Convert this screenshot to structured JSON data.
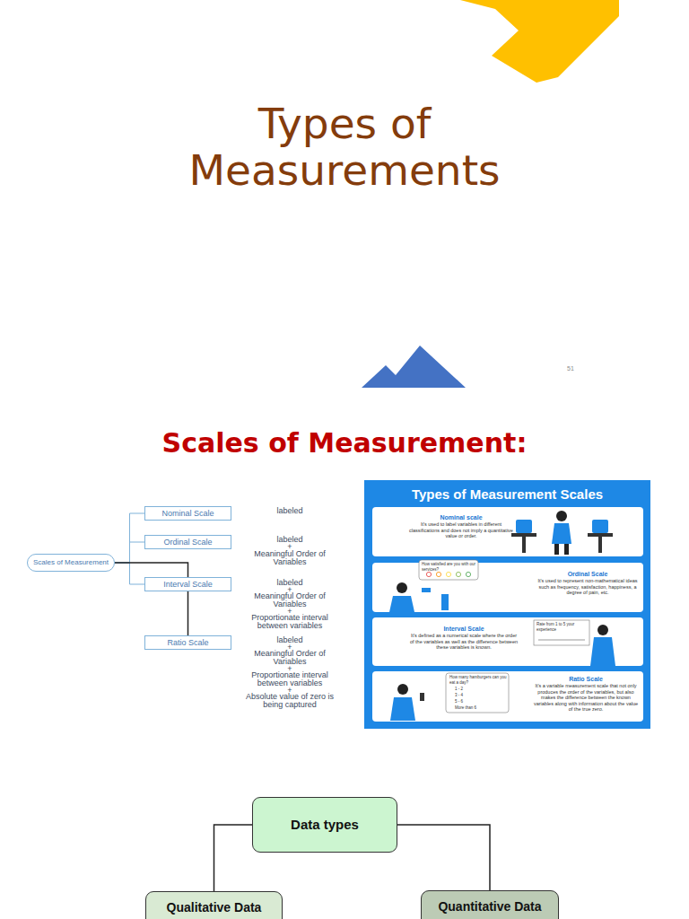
{
  "diagram": {
    "title": "Types of Measurements",
    "nodes": [
      {
        "text": [
          "Scales of Measurement"
        ]
      },
      {
        "text": [
          "Nominal Scale"
        ]
      },
      {
        "text": [
          "Ordinal Scale"
        ]
      },
      {
        "text": [
          "Interval Scale"
        ]
      },
      {
        "text": [
          "Ratio Scale"
        ]
      },
      {
        "text": [
          "Types of Measurement Scales"
        ]
      },
      {
        "text": [
          "Nominal scale",
          "It's used to label variables in different classifications and does not imply a quantitative value or order."
        ],
        "in": 5
      },
      {
        "text": [
          "Ordinal Scale",
          "It's used to represent non-mathematical ideas such as frequency, satisfaction, happiness, a degree of pain, etc."
        ],
        "in": 5
      },
      {
        "text": [
          "Interval Scale",
          "It's defined as a numerical scale where the order of the variables as well as the difference between these variables is known."
        ],
        "in": 5
      },
      {
        "text": [
          "Ratio Scale",
          "It's a variable measurement scale that not only produces the order of the variables, but also makes the difference between the known variables along with information about the value of the true zero."
        ],
        "in": 5
      },
      {
        "text": [
          "Data types"
        ]
      },
      {
        "text": [
          "Qualitative Data"
        ]
      },
      {
        "text": [
          "Quantitative Data"
        ]
      }
    ],
    "edges": [
      {
        "from": 0,
        "to": 1,
        "arrow": "none"
      },
      {
        "from": 0,
        "to": 2,
        "arrow": "none"
      },
      {
        "from": 0,
        "to": 3,
        "arrow": "none"
      },
      {
        "from": 0,
        "to": 4,
        "arrow": "none"
      },
      {
        "from": 10,
        "to": 11,
        "arrow": "none"
      },
      {
        "from": 10,
        "to": 12,
        "arrow": "none"
      }
    ],
    "labels": [
      "51",
      "Scales of Measurement:",
      "labeled",
      "labeled",
      "+",
      "Meaningful Order of Variables",
      "labeled",
      "+",
      "Meaningful Order of Variables",
      "+",
      "Proportionate interval between variables",
      "labeled",
      "+",
      "Meaningful Order of Variables",
      "+",
      "Proportionate interval between variables",
      "+",
      "Absolute value of zero is being captured",
      "How satisfied are you with our services?",
      "Rate from 1 to 5 your experience",
      "How many hamburgers can you eat a day?",
      "1 - 2",
      "3 - 4",
      "5 - 6",
      "More than 6"
    ]
  }
}
